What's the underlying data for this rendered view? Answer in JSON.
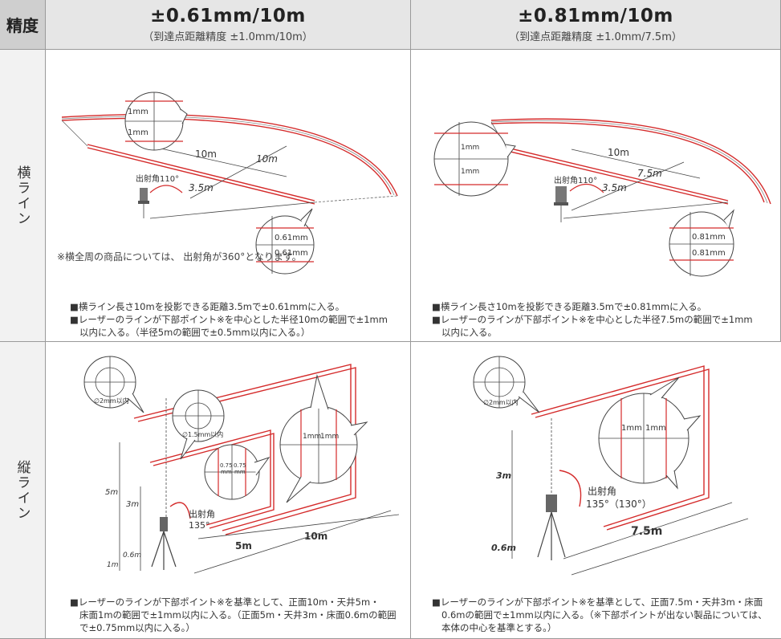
{
  "header": {
    "corner": "精度",
    "left": {
      "main": "±0.61mm/10m",
      "sub": "（到達点距離精度 ±1.0mm/10m）"
    },
    "right": {
      "main": "±0.81mm/10m",
      "sub": "（到達点距離精度 ±1.0mm/7.5m）"
    }
  },
  "rows": {
    "horizontal": "横ライン",
    "vertical": "縦ライン"
  },
  "h_left": {
    "c1": "1mm",
    "c2": "1mm",
    "dist1": "10m",
    "dist2": "10m",
    "dist3": "3.5m",
    "angle": "出射角110°",
    "c3": "0.61mm",
    "c4": "0.61mm",
    "extra1": "※横全周の商品については、",
    "extra2": "出射角が360°となります。",
    "note1": "■横ライン長さ10mを投影できる距離3.5mで±0.61mmに入る。",
    "note2": "■レーザーのラインが下部ポイント※を中心とした半径10mの範囲で±1mm",
    "note3": "以内に入る。（半径5mの範囲で±0.5mm以内に入る。）"
  },
  "h_right": {
    "c1": "1mm",
    "c2": "1mm",
    "dist1": "10m",
    "dist2": "7.5m",
    "dist3": "3.5m",
    "angle": "出射角110°",
    "c3": "0.81mm",
    "c4": "0.81mm",
    "note1": "■横ライン長さ10mを投影できる距離3.5mで±0.81mmに入る。",
    "note2": "■レーザーのラインが下部ポイント※を中心とした半径7.5mの範囲で±1mm",
    "note3": "以内に入る。"
  },
  "v_left": {
    "c1": "∅2mm以内",
    "c2": "∅1.5mm以内",
    "c3a": "1mm",
    "c3b": "1mm",
    "c4a": "0.75",
    "c4a2": "mm",
    "c4b": "0.75",
    "c4b2": "mm",
    "h5": "5m",
    "h3": "3m",
    "h06": "0.6m",
    "h1": "1m",
    "angle": "出射角",
    "angle2": "135°",
    "d5": "5m",
    "d10": "10m",
    "note1": "■レーザーのラインが下部ポイント※を基準として、正面10m・天井5m・",
    "note2": "床面1mの範囲で±1mm以内に入る。（正面5m・天井3m・床面0.6mの範囲",
    "note3": "で±0.75mm以内に入る。）"
  },
  "v_right": {
    "c1": "∅2mm以内",
    "c2a": "1mm",
    "c2b": "1mm",
    "h3": "3m",
    "h06": "0.6m",
    "angle": "出射角",
    "angle2": "135°（130°）",
    "d75": "7.5m",
    "note1": "■レーザーのラインが下部ポイント※を基準として、正面7.5m・天井3m・床面",
    "note2": "0.6mの範囲で±1mm以内に入る。（※下部ポイントが出ない製品については、",
    "note3": "本体の中心を基準とする。）"
  },
  "colors": {
    "laser": "#d42a2a",
    "line": "#444444",
    "header_bg": "#e6e6e6"
  }
}
